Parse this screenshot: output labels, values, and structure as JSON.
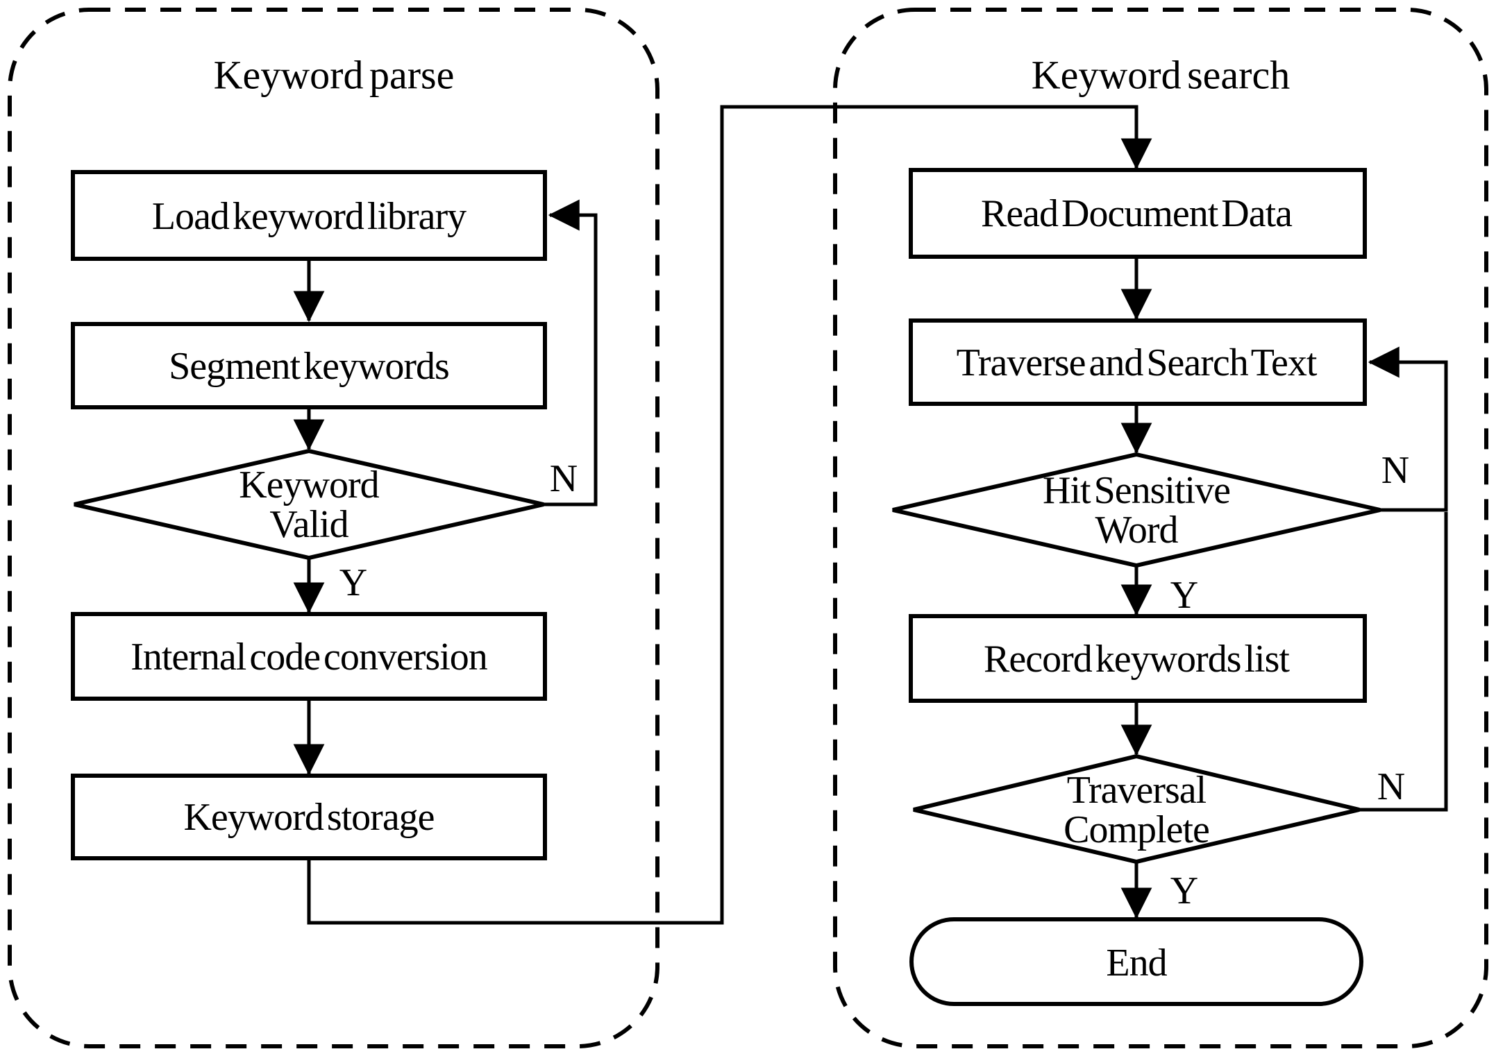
{
  "colors": {
    "background": "#ffffff",
    "line": "#000000"
  },
  "panels": [
    {
      "title": "Keyword parse",
      "nodes": [
        {
          "type": "process",
          "label": "Load keyword library"
        },
        {
          "type": "process",
          "label": "Segment keywords"
        },
        {
          "type": "decision",
          "label": "Keyword Valid",
          "line1": "Keyword",
          "line2": "Valid",
          "no_label": "N",
          "yes_label": "Y"
        },
        {
          "type": "process",
          "label": "Internal code conversion"
        },
        {
          "type": "process",
          "label": "Keyword storage"
        }
      ]
    },
    {
      "title": "Keyword search",
      "nodes": [
        {
          "type": "process",
          "label": "Read Document Data"
        },
        {
          "type": "process",
          "label": "Traverse and Search Text"
        },
        {
          "type": "decision",
          "label": "Hit Sensitive Word",
          "line1": "Hit Sensitive",
          "line2": "Word",
          "no_label": "N",
          "yes_label": "Y"
        },
        {
          "type": "process",
          "label": "Record keywords list"
        },
        {
          "type": "decision",
          "label": "Traversal Complete",
          "line1": "Traversal",
          "line2": "Complete",
          "no_label": "N",
          "yes_label": "Y"
        },
        {
          "type": "terminator",
          "label": "End"
        }
      ]
    }
  ]
}
